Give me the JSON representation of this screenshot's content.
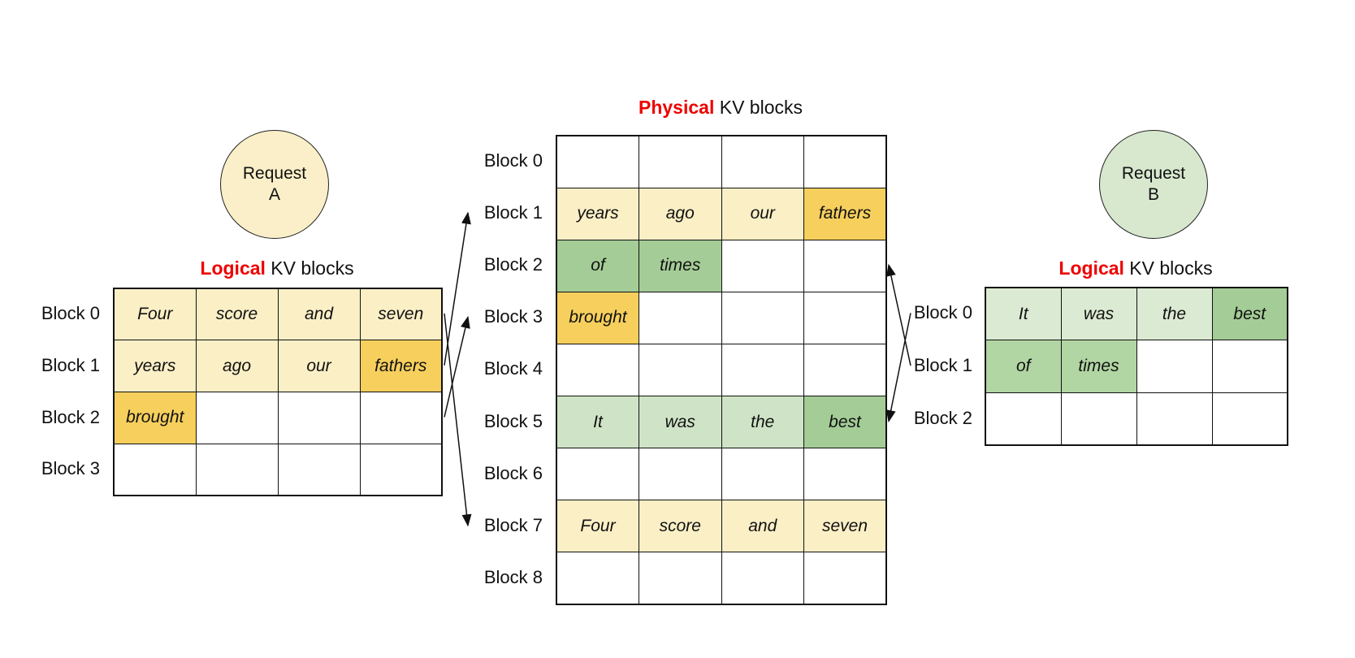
{
  "palette": {
    "yellow_light": "#FBEFC6",
    "yellow_dark": "#F6CF5D",
    "green_light": "#CFE4C6",
    "green_lighter": "#DBEAD2",
    "green_mid": "#A4CC96",
    "green_mid_light": "#B1D5A3",
    "white": "#FFFFFF",
    "title_red": "#EE0000",
    "ink": "#111111",
    "circle_a_fill": "#FAEFC8",
    "circle_b_fill": "#D7E8CE"
  },
  "request_a": {
    "line1": "Request",
    "line2": "A"
  },
  "request_b": {
    "line1": "Request",
    "line2": "B"
  },
  "titles": {
    "logical_a": {
      "highlight": "Logical",
      "rest": " KV blocks"
    },
    "physical": {
      "highlight": "Physical",
      "rest": " KV blocks"
    },
    "logical_b": {
      "highlight": "Logical",
      "rest": " KV blocks"
    }
  },
  "tables": [
    {
      "id": "logical_a",
      "rows": [
        {
          "label": "Block 0",
          "cells": [
            {
              "text": "Four",
              "color": "yellow_light"
            },
            {
              "text": "score",
              "color": "yellow_light"
            },
            {
              "text": "and",
              "color": "yellow_light"
            },
            {
              "text": "seven",
              "color": "yellow_light"
            }
          ]
        },
        {
          "label": "Block 1",
          "cells": [
            {
              "text": "years",
              "color": "yellow_light"
            },
            {
              "text": "ago",
              "color": "yellow_light"
            },
            {
              "text": "our",
              "color": "yellow_light"
            },
            {
              "text": "fathers",
              "color": "yellow_dark"
            }
          ]
        },
        {
          "label": "Block 2",
          "cells": [
            {
              "text": "brought",
              "color": "yellow_dark"
            },
            {
              "text": "",
              "color": "white"
            },
            {
              "text": "",
              "color": "white"
            },
            {
              "text": "",
              "color": "white"
            }
          ]
        },
        {
          "label": "Block 3",
          "cells": [
            {
              "text": "",
              "color": "white"
            },
            {
              "text": "",
              "color": "white"
            },
            {
              "text": "",
              "color": "white"
            },
            {
              "text": "",
              "color": "white"
            }
          ]
        }
      ]
    },
    {
      "id": "physical",
      "rows": [
        {
          "label": "Block 0",
          "cells": [
            {
              "text": "",
              "color": "white"
            },
            {
              "text": "",
              "color": "white"
            },
            {
              "text": "",
              "color": "white"
            },
            {
              "text": "",
              "color": "white"
            }
          ]
        },
        {
          "label": "Block 1",
          "cells": [
            {
              "text": "years",
              "color": "yellow_light"
            },
            {
              "text": "ago",
              "color": "yellow_light"
            },
            {
              "text": "our",
              "color": "yellow_light"
            },
            {
              "text": "fathers",
              "color": "yellow_dark"
            }
          ]
        },
        {
          "label": "Block 2",
          "cells": [
            {
              "text": "of",
              "color": "green_mid"
            },
            {
              "text": "times",
              "color": "green_mid"
            },
            {
              "text": "",
              "color": "white"
            },
            {
              "text": "",
              "color": "white"
            }
          ]
        },
        {
          "label": "Block 3",
          "cells": [
            {
              "text": "brought",
              "color": "yellow_dark"
            },
            {
              "text": "",
              "color": "white"
            },
            {
              "text": "",
              "color": "white"
            },
            {
              "text": "",
              "color": "white"
            }
          ]
        },
        {
          "label": "Block 4",
          "cells": [
            {
              "text": "",
              "color": "white"
            },
            {
              "text": "",
              "color": "white"
            },
            {
              "text": "",
              "color": "white"
            },
            {
              "text": "",
              "color": "white"
            }
          ]
        },
        {
          "label": "Block 5",
          "cells": [
            {
              "text": "It",
              "color": "green_light"
            },
            {
              "text": "was",
              "color": "green_light"
            },
            {
              "text": "the",
              "color": "green_light"
            },
            {
              "text": "best",
              "color": "green_mid"
            }
          ]
        },
        {
          "label": "Block 6",
          "cells": [
            {
              "text": "",
              "color": "white"
            },
            {
              "text": "",
              "color": "white"
            },
            {
              "text": "",
              "color": "white"
            },
            {
              "text": "",
              "color": "white"
            }
          ]
        },
        {
          "label": "Block 7",
          "cells": [
            {
              "text": "Four",
              "color": "yellow_light"
            },
            {
              "text": "score",
              "color": "yellow_light"
            },
            {
              "text": "and",
              "color": "yellow_light"
            },
            {
              "text": "seven",
              "color": "yellow_light"
            }
          ]
        },
        {
          "label": "Block 8",
          "cells": [
            {
              "text": "",
              "color": "white"
            },
            {
              "text": "",
              "color": "white"
            },
            {
              "text": "",
              "color": "white"
            },
            {
              "text": "",
              "color": "white"
            }
          ]
        }
      ]
    },
    {
      "id": "logical_b",
      "rows": [
        {
          "label": "Block 0",
          "cells": [
            {
              "text": "It",
              "color": "green_lighter"
            },
            {
              "text": "was",
              "color": "green_lighter"
            },
            {
              "text": "the",
              "color": "green_lighter"
            },
            {
              "text": "best",
              "color": "green_mid"
            }
          ]
        },
        {
          "label": "Block 1",
          "cells": [
            {
              "text": "of",
              "color": "green_mid_light"
            },
            {
              "text": "times",
              "color": "green_mid_light"
            },
            {
              "text": "",
              "color": "white"
            },
            {
              "text": "",
              "color": "white"
            }
          ]
        },
        {
          "label": "Block 2",
          "cells": [
            {
              "text": "",
              "color": "white"
            },
            {
              "text": "",
              "color": "white"
            },
            {
              "text": "",
              "color": "white"
            },
            {
              "text": "",
              "color": "white"
            }
          ]
        }
      ]
    }
  ],
  "arrows": [
    {
      "from": "logical_a",
      "from_row": 0,
      "to": "physical",
      "to_row": 7
    },
    {
      "from": "logical_a",
      "from_row": 1,
      "to": "physical",
      "to_row": 1
    },
    {
      "from": "logical_a",
      "from_row": 2,
      "to": "physical",
      "to_row": 3
    },
    {
      "from": "logical_b",
      "from_row": 0,
      "to": "physical",
      "to_row": 5
    },
    {
      "from": "logical_b",
      "from_row": 1,
      "to": "physical",
      "to_row": 2
    }
  ]
}
